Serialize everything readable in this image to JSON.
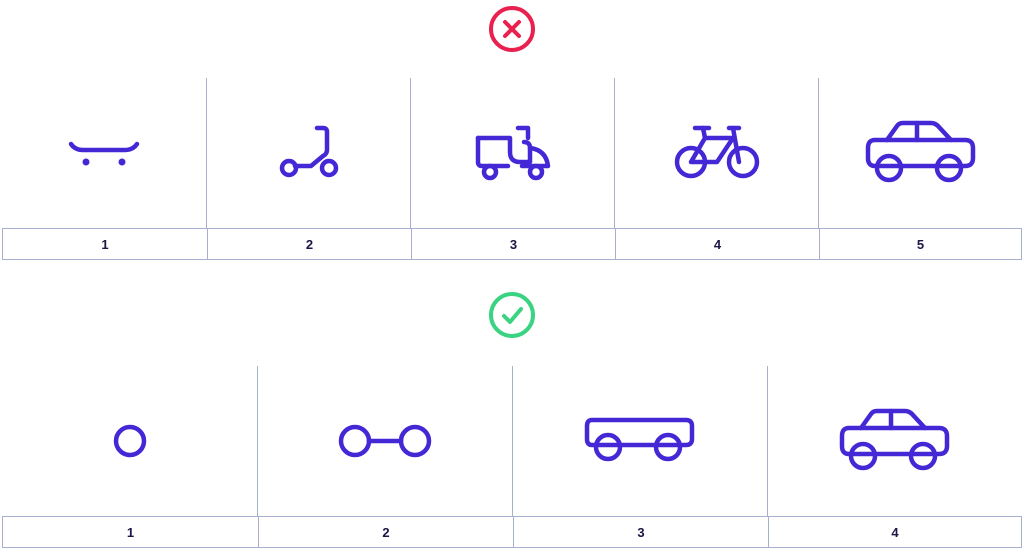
{
  "colors": {
    "accent": "#4428d6",
    "wrong": "#e8214f",
    "right": "#39d382",
    "border": "#a7b1cf",
    "label_text": "#1b1645"
  },
  "wrong_section": {
    "status_icon": "x-circle-icon",
    "items": [
      {
        "label": "1",
        "icon": "skateboard-icon"
      },
      {
        "label": "2",
        "icon": "kick-scooter-icon"
      },
      {
        "label": "3",
        "icon": "motor-scooter-icon"
      },
      {
        "label": "4",
        "icon": "bicycle-icon"
      },
      {
        "label": "5",
        "icon": "car-icon"
      }
    ]
  },
  "right_section": {
    "status_icon": "check-circle-icon",
    "items": [
      {
        "label": "1",
        "icon": "wheel-icon"
      },
      {
        "label": "2",
        "icon": "two-wheels-icon"
      },
      {
        "label": "3",
        "icon": "chassis-icon"
      },
      {
        "label": "4",
        "icon": "car-icon"
      }
    ]
  }
}
